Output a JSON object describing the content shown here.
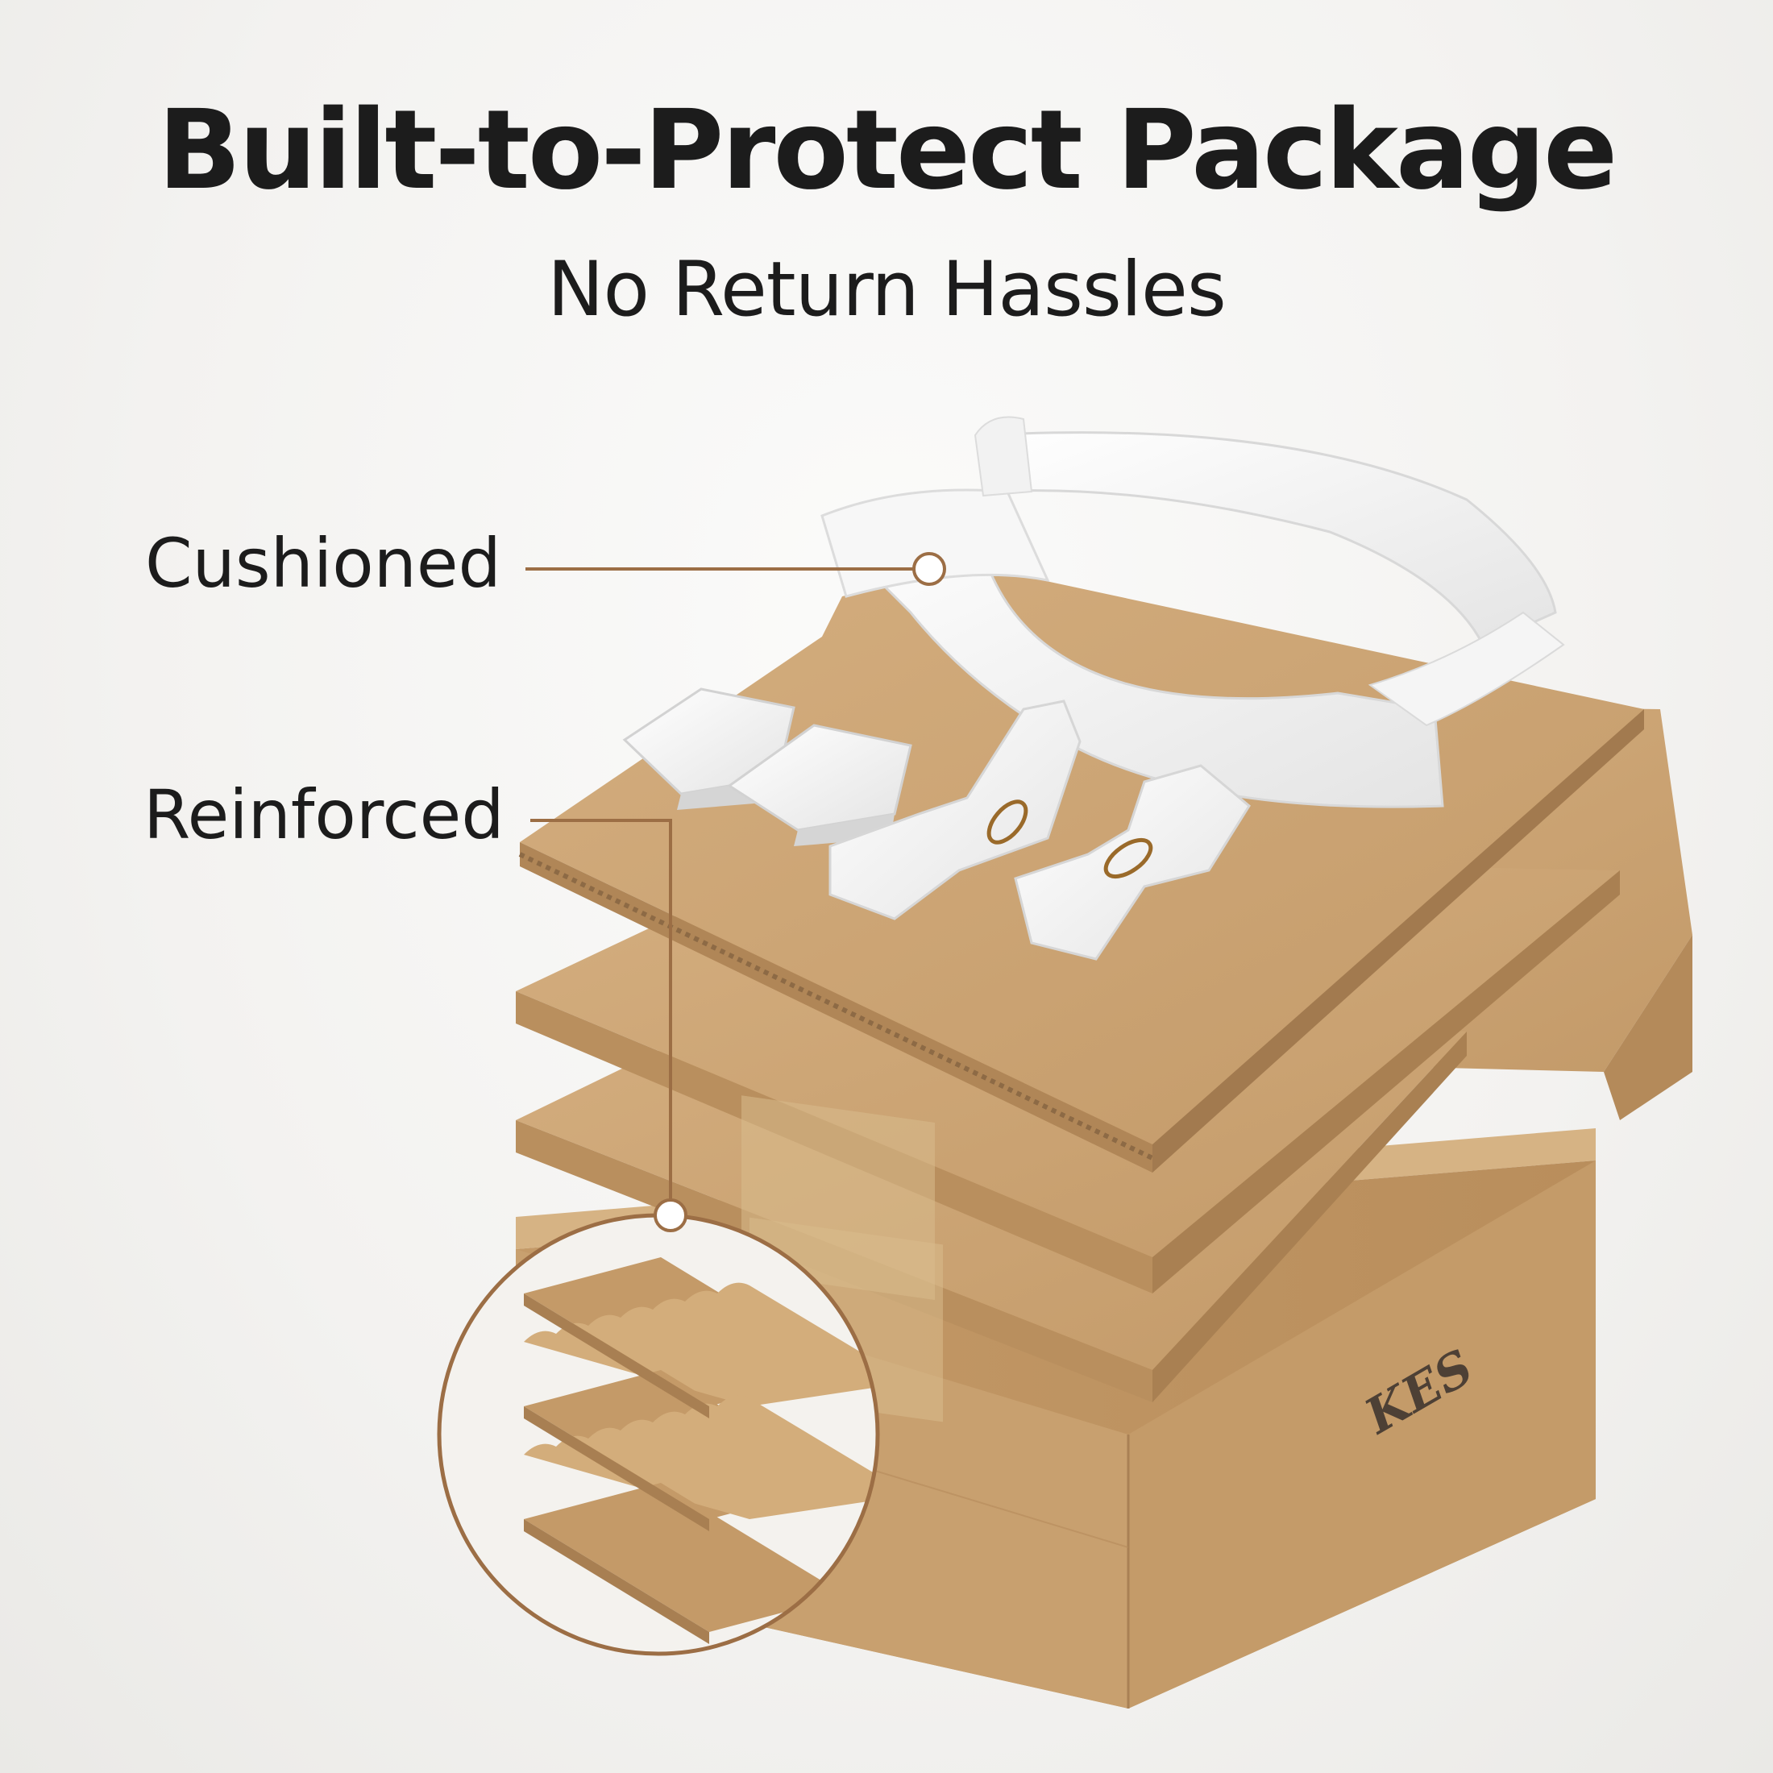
{
  "header": {
    "title": "Built-to-Protect Package",
    "subtitle": "No Return Hassles"
  },
  "callouts": {
    "cushioned": "Cushioned",
    "reinforced": "Reinforced"
  },
  "box": {
    "brand": "KES"
  },
  "colors": {
    "kraft": "#c69d6c",
    "kraft_dark": "#a87f52",
    "kraft_light": "#d9b687",
    "foam": "#ffffff",
    "leader_line": "#9c6e45",
    "text": "#1c1c1c"
  }
}
